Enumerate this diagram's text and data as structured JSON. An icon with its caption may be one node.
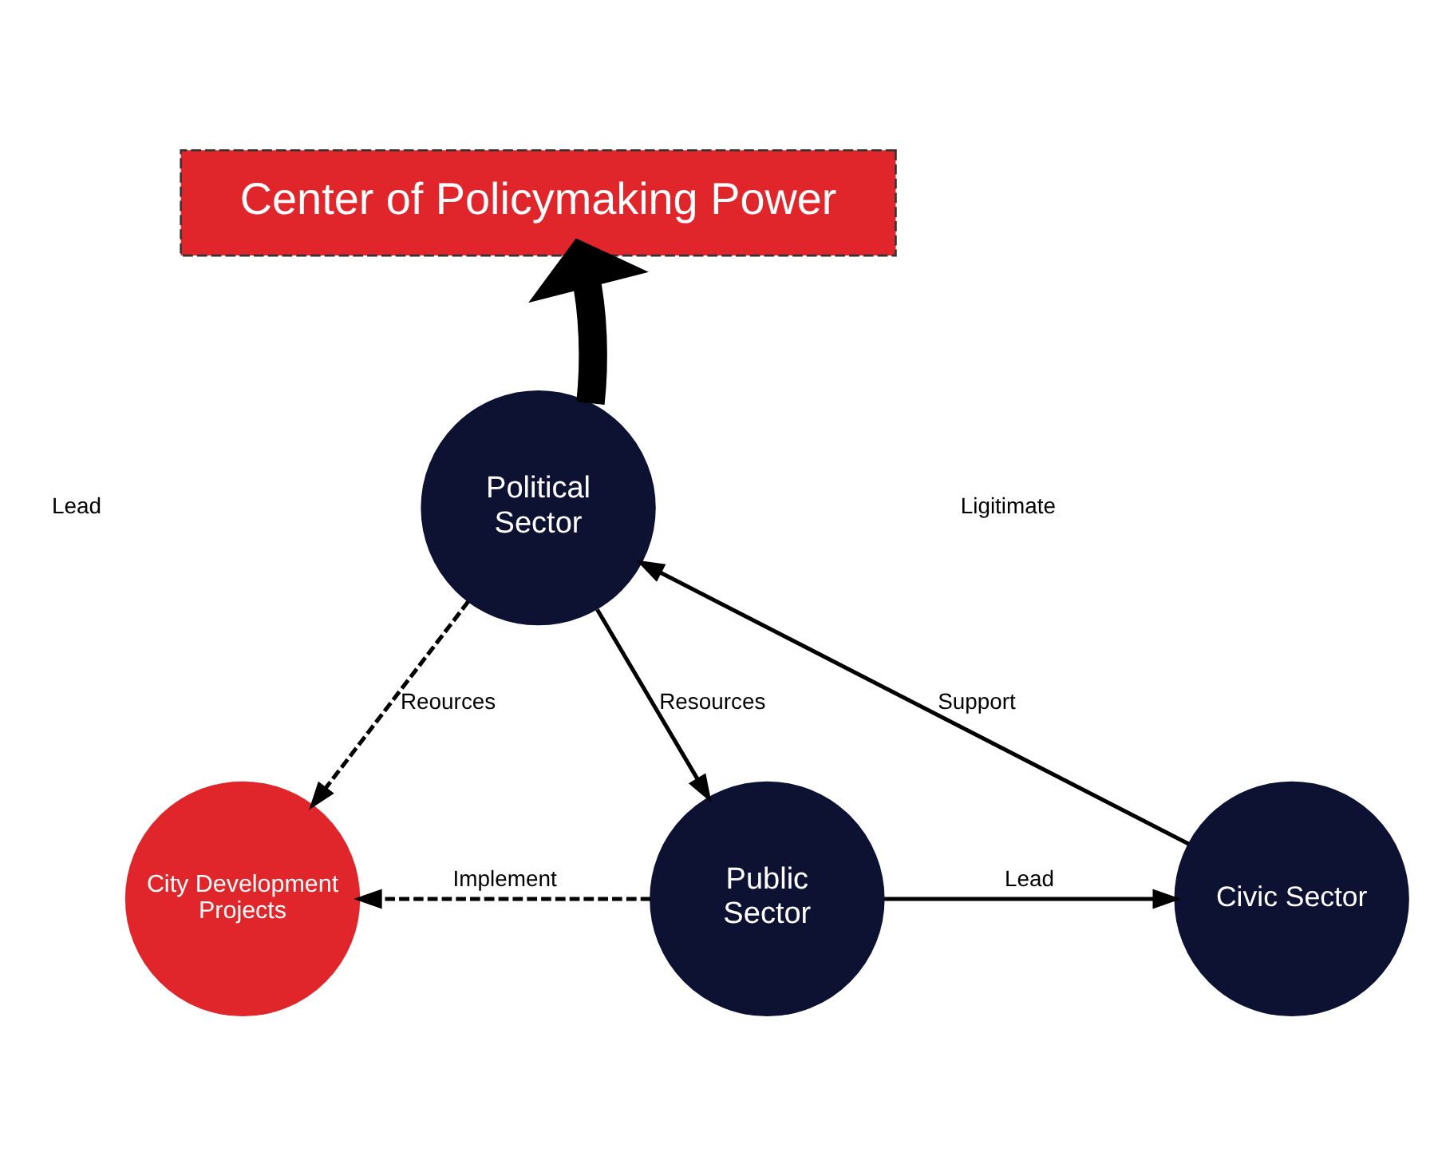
{
  "diagram": {
    "nodes": [
      {
        "text": [
          "Center of Policymaking Power"
        ]
      },
      {
        "text": [
          "Political Sector"
        ]
      },
      {
        "text": [
          "City Development Projects"
        ]
      },
      {
        "text": [
          "Public Sector"
        ]
      },
      {
        "text": [
          "Civic Sector"
        ]
      }
    ],
    "edges": [
      {
        "from": 1,
        "to": 0,
        "arrow": "to",
        "style": "thick"
      },
      {
        "from": 1,
        "to": 2,
        "arrow": "to",
        "style": "dashed",
        "label": "Reources"
      },
      {
        "from": 1,
        "to": 3,
        "arrow": "to",
        "label": "Resources"
      },
      {
        "from": 3,
        "to": 2,
        "arrow": "to",
        "style": "dashed",
        "label": "Implement"
      },
      {
        "from": 3,
        "to": 4,
        "arrow": "to",
        "label": "Lead"
      },
      {
        "from": 4,
        "to": 1,
        "arrow": "to",
        "label": "Support"
      }
    ],
    "labels": [
      "Lead",
      "Ligitimate"
    ]
  }
}
